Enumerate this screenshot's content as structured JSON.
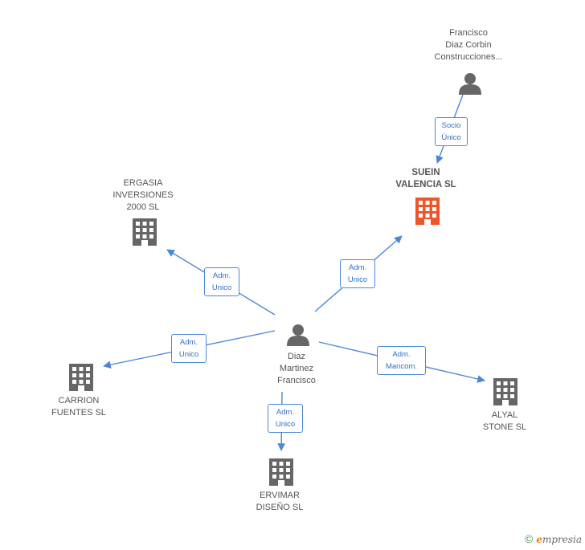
{
  "nodes": {
    "francisco_corbin": {
      "lines": [
        "Francisco",
        "Diaz Corbin",
        "Construcciones..."
      ]
    },
    "suein": {
      "lines": [
        "SUEIN",
        "VALENCIA SL"
      ]
    },
    "ergasia": {
      "lines": [
        "ERGASIA",
        "INVERSIONES",
        "2000 SL"
      ]
    },
    "diaz_martinez": {
      "lines": [
        "Diaz",
        "Martinez",
        "Francisco"
      ]
    },
    "carrion": {
      "lines": [
        "CARRION",
        "FUENTES SL"
      ]
    },
    "alyal": {
      "lines": [
        "ALYAL",
        "STONE SL"
      ]
    },
    "ervimar": {
      "lines": [
        "ERVIMAR",
        "DISEÑO SL"
      ]
    }
  },
  "edges": {
    "socio_unico": {
      "lines": [
        "Socio",
        "Único"
      ]
    },
    "adm_suein": {
      "lines": [
        "Adm.",
        "Unico"
      ]
    },
    "adm_ergasia": {
      "lines": [
        "Adm.",
        "Unico"
      ]
    },
    "adm_carrion": {
      "lines": [
        "Adm.",
        "Unico"
      ]
    },
    "adm_alyal": {
      "lines": [
        "Adm.",
        "Mancom."
      ]
    },
    "adm_ervimar": {
      "lines": [
        "Adm.",
        "Unico"
      ]
    }
  },
  "watermark": {
    "symbol": "©",
    "brand_initial": "e",
    "brand_rest": "mpresia"
  },
  "colors": {
    "edge": "#4a88d6",
    "company": "#666666",
    "company_highlight": "#f0552a",
    "person": "#666666"
  },
  "icons": {
    "person": "person-icon",
    "company": "building-icon"
  }
}
